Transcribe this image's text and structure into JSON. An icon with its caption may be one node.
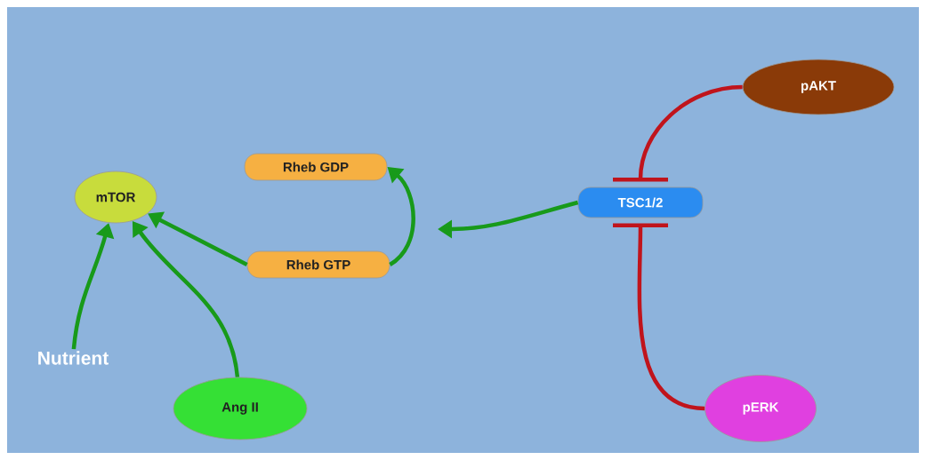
{
  "diagram": {
    "nodes": [
      {
        "text": [
          "mTOR"
        ]
      },
      {
        "text": [
          "Rheb GDP"
        ]
      },
      {
        "text": [
          "TSC1/2"
        ]
      },
      {
        "text": [
          "pAKT"
        ]
      },
      {
        "text": [
          "Rheb GTP"
        ]
      },
      {
        "text": [
          "Nutrient"
        ]
      },
      {
        "text": [
          "Ang II"
        ]
      },
      {
        "text": [
          "pERK"
        ]
      }
    ],
    "edges": [
      {
        "from": 5,
        "to": 0,
        "arrow": "to"
      },
      {
        "from": 6,
        "to": 0,
        "arrow": "to"
      },
      {
        "from": 4,
        "to": 0,
        "arrow": "to"
      },
      {
        "from": 4,
        "to": 1,
        "arrow": "to"
      },
      {
        "from": 2,
        "to": null,
        "arrow": "to"
      },
      {
        "from": 3,
        "to": 2,
        "arrow": "other",
        "color": "#c0141c"
      },
      {
        "from": 7,
        "to": 2,
        "arrow": "other",
        "color": "#c0141c"
      }
    ]
  }
}
